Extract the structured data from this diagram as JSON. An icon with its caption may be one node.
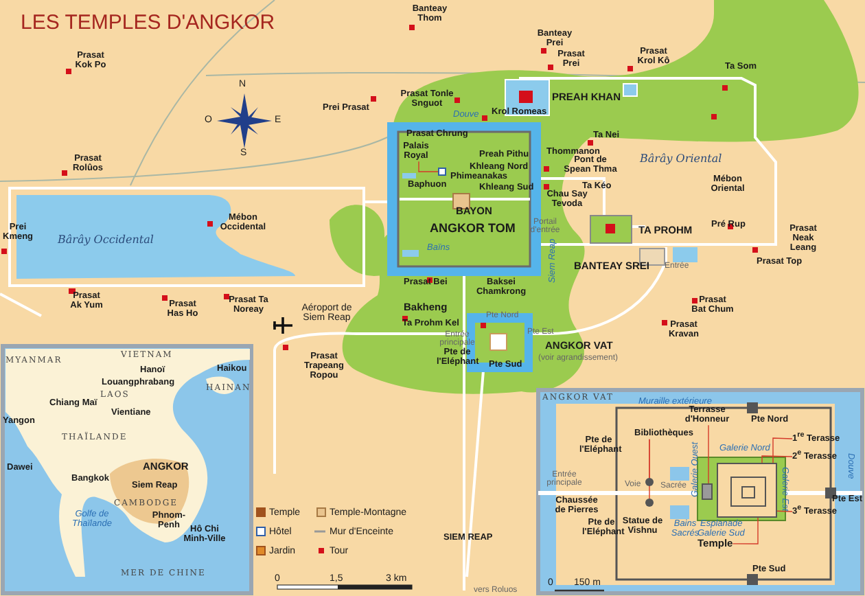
{
  "diagram": {
    "title": "LES TEMPLES D'ANGKOR",
    "nodes": [
      {
        "text": [
          "Terrasse d'Honneur"
        ]
      },
      {
        "text": [
          "Bibliothèques"
        ]
      },
      {
        "text": [
          "1$^{re}$ Terasse"
        ]
      },
      {
        "text": [
          "2$^{e}$ Terasse"
        ]
      },
      {
        "text": [
          "3$^{e}$ Terasse"
        ]
      },
      {
        "text": [
          "Temple"
        ]
      },
      {
        "text": [
          "Palais Royal"
        ]
      },
      {
        "text": [],
        "shape": "circle"
      },
      {
        "text": [],
        "shape": "circle"
      },
      {
        "text": [],
        "shape": "box"
      },
      {
        "text": [],
        "shape": "box"
      },
      {
        "text": [],
        "shape": "box"
      },
      {
        "text": [],
        "shape": "box",
        "in": 11
      },
      {
        "text": [],
        "shape": "box",
        "in": 12
      }
    ],
    "edges": [
      {
        "from": 1,
        "to": 7,
        "arrow": "none"
      },
      {
        "from": 1,
        "to": 8,
        "arrow": "none"
      },
      {
        "from": 0,
        "to": 10,
        "arrow": "none"
      },
      {
        "from": 2,
        "to": 11,
        "arrow": "none"
      },
      {
        "from": 3,
        "to": 12,
        "arrow": "none"
      },
      {
        "from": 4,
        "to": 13,
        "arrow": "none"
      },
      {
        "from": 5,
        "to": 11,
        "arrow": "none"
      },
      {
        "from": 6,
        "to": 9,
        "arrow": "none"
      }
    ],
    "labels": [
      "N",
      "O",
      "E",
      "S",
      "Prasat Kok Po",
      "Banteay Thom",
      "Banteay Prei",
      "Prasat Prei",
      "Prasat Krol Kô",
      "Prei Prasat",
      "Prasat Tonle Snguot",
      "Ta Som",
      "PREAH KHAN",
      "Krol Romeas",
      "Prasat Rolûos",
      "Douve",
      "Prasat Chrung",
      "Preah Pithu",
      "Thommanon",
      "Ta Nei",
      "Bârây Oriental",
      "Khleang Nord",
      "Phimeanakas",
      "Pont de Spean Thma",
      "Baphuon",
      "Khleang Sud",
      "Ta Kéo",
      "Mébon Oriental",
      "Chau Say Tevoda",
      "BAYON",
      "Prei Kmeng",
      "Mébon Occidental",
      "Bârây Occidental",
      "ANGKOR TOM",
      "Portail d'entrée",
      "TA PROHM",
      "Pré Rup",
      "Prasat Neak Leang",
      "Baïns",
      "Siem Reap",
      "BANTEAY SREI",
      "Entrée",
      "Prasat Top",
      "Prasat Bei",
      "Baksei Chamkrong",
      "Prasat Ak Yum",
      "Prasat Has Ho",
      "Prasat Ta Noreay",
      "Aéroport de Siem Reap",
      "Prasat Bat Chum",
      "Bakheng",
      "Ta Prohm Kel",
      "Pte Nord",
      "Entrée principale",
      "Pte Est",
      "Prasat Kravan",
      "ANGKOR VAT",
      "(voir agrandissement)",
      "Prasat Trapeang Ropou",
      "Pte de l'Eléphant",
      "Pte Sud",
      "MYANMAR",
      "VIETNAM",
      "Hanoï",
      "Haikou",
      "Louangphrabang",
      "HAINAN",
      "LAOS",
      "Chiang Maï",
      "Vientiane",
      "Yangon",
      "THAÏLANDE",
      "Dawei",
      "ANGKOR",
      "Bangkok",
      "Siem Reap",
      "CAMBODGE",
      "Golfe de Thaïlande",
      "Phnom-Penh",
      "Hô Chi Minh-Ville",
      "MER DE CHINE",
      "0",
      "1,5",
      "3 km",
      "SIEM REAP",
      "vers Roluos",
      "ANGKOR VAT",
      "Muraille extérieure",
      "Pte Nord",
      "Pte de l'Eléphant",
      "Galerie Nord",
      "Galerie Est",
      "Douve",
      "Entrée principale",
      "Voie",
      "Sacrée",
      "Galerie Ouest",
      "Chaussée de Pierres",
      "Pte Est",
      "Pte de l'Eléphant",
      "Statue de Vishnu",
      "Bains Sacrés",
      "Esplanade",
      "Galerie Sud",
      "Pte Sud",
      "0",
      "150 m"
    ],
    "legend": [
      {
        "text": "Temple"
      },
      {
        "text": "Hôtel"
      },
      {
        "text": "Jardin"
      },
      {
        "text": "Temple-Montagne"
      },
      {
        "text": "Mur d'Enceinte"
      },
      {
        "text": "Tour",
        "color": "#d40f1a"
      }
    ]
  }
}
